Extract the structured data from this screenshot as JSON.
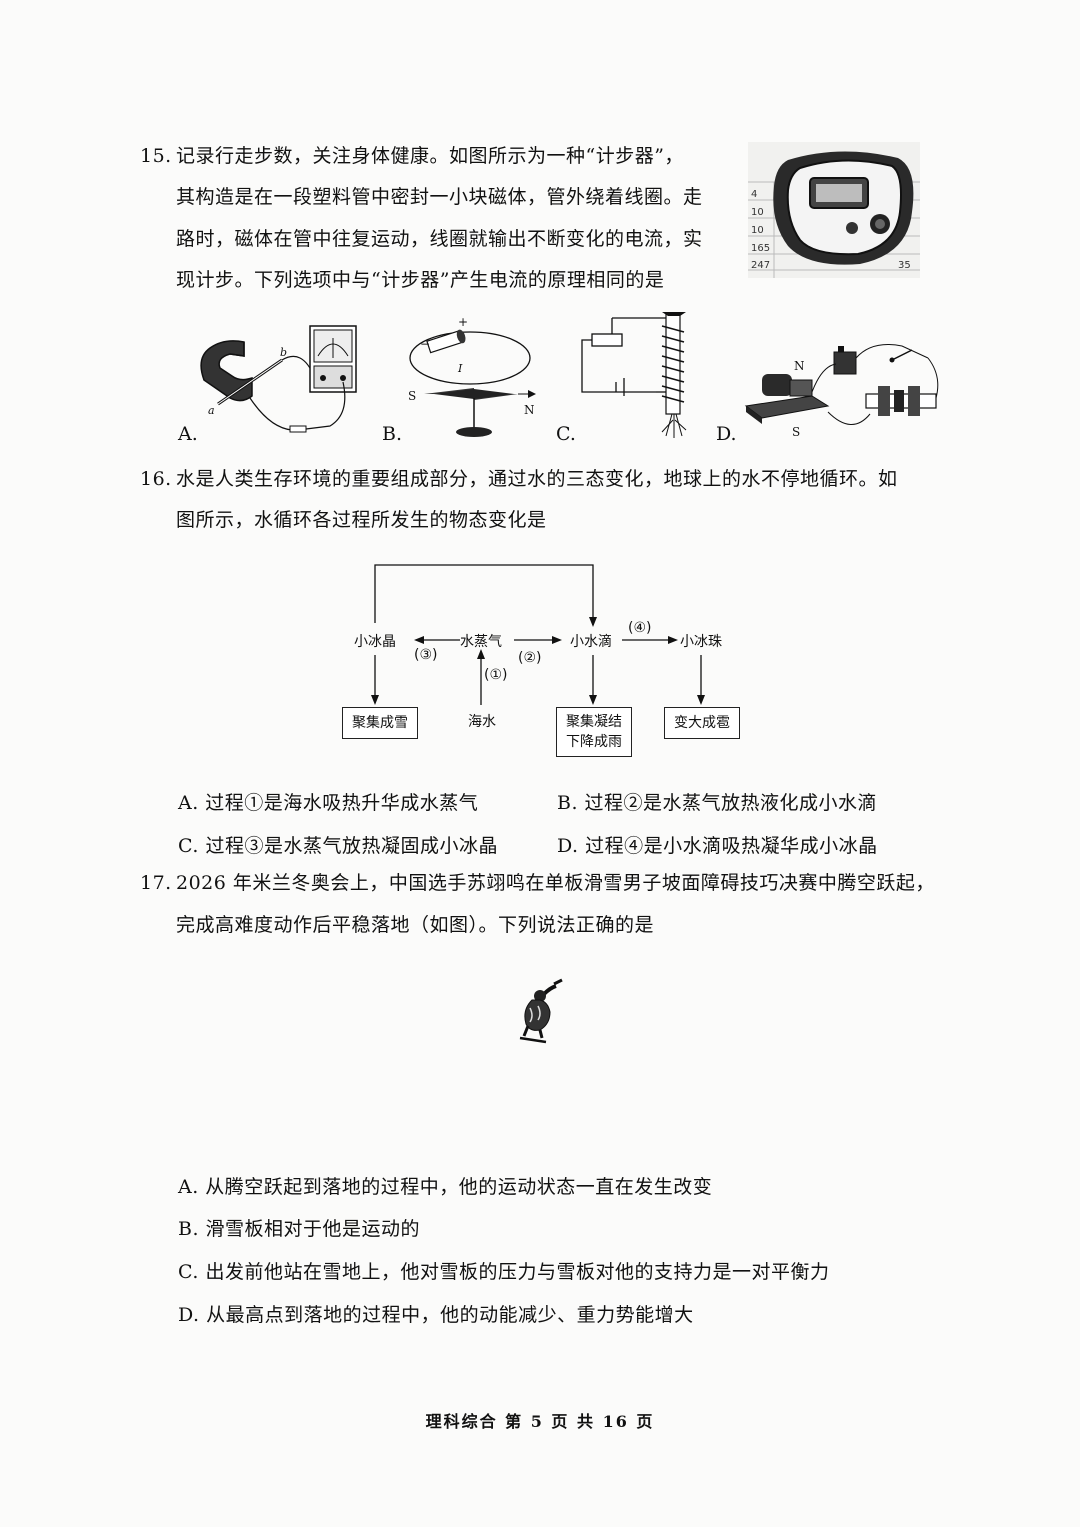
{
  "q15": {
    "number": "15.",
    "lines": [
      "记录行走步数，关注身体健康。如图所示为一种“计步器”，",
      "其构造是在一段塑料管中密封一小块磁体，管外绕着线圈。走",
      "路时，磁体在管中往复运动，线圈就输出不断变化的电流，实",
      "现计步。下列选项中与“计步器”产生电流的原理相同的是"
    ],
    "option_labels": [
      "A.",
      "B.",
      "C.",
      "D."
    ],
    "pedometer_table_numbers": [
      "4",
      "10",
      "10",
      "165",
      "247",
      "35"
    ]
  },
  "q16": {
    "number": "16.",
    "lines": [
      "水是人类生存环境的重要组成部分，通过水的三态变化，地球上的水不停地循环。如",
      "图所示，水循环各过程所发生的物态变化是"
    ],
    "diagram": {
      "nodes": {
        "ice_crystal": "小冰晶",
        "vapor": "水蒸气",
        "droplet": "小水滴",
        "ice_ball": "小冰珠",
        "sea": "海水"
      },
      "process_labels": [
        "(①)",
        "(②)",
        "(③)",
        "(④)"
      ],
      "boxes": {
        "snow": "聚集成雪",
        "rain_line1": "聚集凝结",
        "rain_line2": "下降成雨",
        "hail": "变大成雹"
      }
    },
    "options": [
      "A. 过程①是海水吸热升华成水蒸气",
      "B. 过程②是水蒸气放热液化成小水滴",
      "C. 过程③是水蒸气放热凝固成小冰晶",
      "D. 过程④是小水滴吸热凝华成小冰晶"
    ]
  },
  "q17": {
    "number": "17.",
    "lines": [
      "2026 年米兰冬奥会上，中国选手苏翊鸣在单板滑雪男子坡面障碍技巧决赛中腾空跃起，",
      "完成高难度动作后平稳落地（如图）。下列说法正确的是"
    ],
    "options": [
      "A. 从腾空跃起到落地的过程中，他的运动状态一直在发生改变",
      "B. 滑雪板相对于他是运动的",
      "C. 出发前他站在雪地上，他对雪板的压力与雪板对他的支持力是一对平衡力",
      "D. 从最高点到落地的过程中，他的动能减少、重力势能增大"
    ]
  },
  "figure_text": {
    "b_plus": "+",
    "b_minus": "−",
    "b_i": "I",
    "b_s": "S",
    "b_n": "N",
    "d_n": "N",
    "d_s": "S",
    "a_b": "b",
    "a_a": "a"
  },
  "footer": "理科综合 第 5 页 共 16 页"
}
